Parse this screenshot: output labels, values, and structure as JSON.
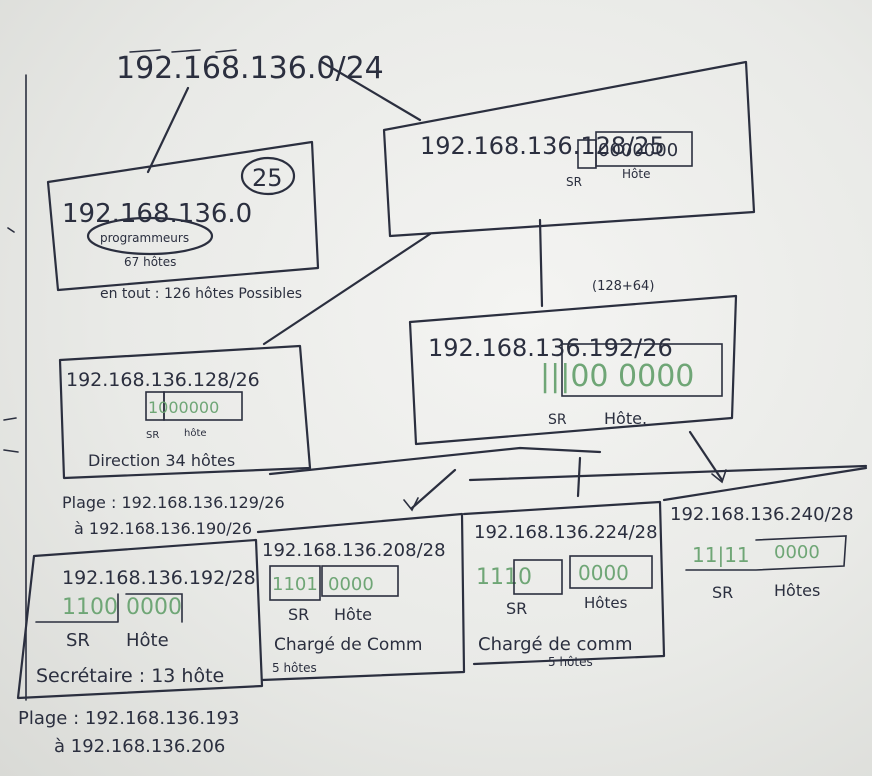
{
  "root": {
    "network": "192.168.136.0/24"
  },
  "left_25": {
    "network": "192.168.136.0",
    "prefix": "25",
    "group_label": "programmeurs",
    "group_hosts": "67 hôtes",
    "footer": "en tout : 126 hôtes Possibles"
  },
  "right_25": {
    "network": "192.168.136.128/25",
    "bits": "0000000",
    "sr_label": "SR",
    "host_label": "Hôte"
  },
  "direction_26": {
    "network": "192.168.136.128/26",
    "bits": "1000000",
    "sr_label": "SR",
    "host_label": "hôte",
    "name": "Direction 34 hôtes",
    "range_line1": "Plage : 192.168.136.129/26",
    "range_line2": "à 192.168.136.190/26"
  },
  "mid_26": {
    "note": "(128+64)",
    "network": "192.168.136.192/26",
    "bits": "|||00 0000",
    "sr_label": "SR",
    "host_label": "Hôte."
  },
  "sec_28": {
    "network": "192.168.136.192/28",
    "bits_sr": "1100",
    "bits_host": "0000",
    "sr_label": "SR",
    "host_label": "Hôte",
    "name": "Secrétaire : 13 hôte",
    "range_line1": "Plage : 192.168.136.193",
    "range_line2": "à 192.168.136.206"
  },
  "comm1_28": {
    "network": "192.168.136.208/28",
    "bits_sr": "1101",
    "bits_host": "0000",
    "sr_label": "SR",
    "host_label": "Hôte",
    "name": "Chargé de Comm",
    "hosts": "5 hôtes"
  },
  "comm2_28": {
    "network": "192.168.136.224/28",
    "bits_sr": "1110",
    "bits_host": "0000",
    "sr_label": "SR",
    "host_label": "Hôtes",
    "name": "Chargé de comm",
    "hosts": "5 hôtes"
  },
  "last_28": {
    "network": "192.168.136.240/28",
    "bits_sr": "11|11",
    "bits_host": "0000",
    "sr_label": "SR",
    "host_label": "Hôtes"
  },
  "colors": {
    "marker": "#2b2f3f",
    "green_marker": "#6fa676",
    "board": "#ecedea"
  }
}
